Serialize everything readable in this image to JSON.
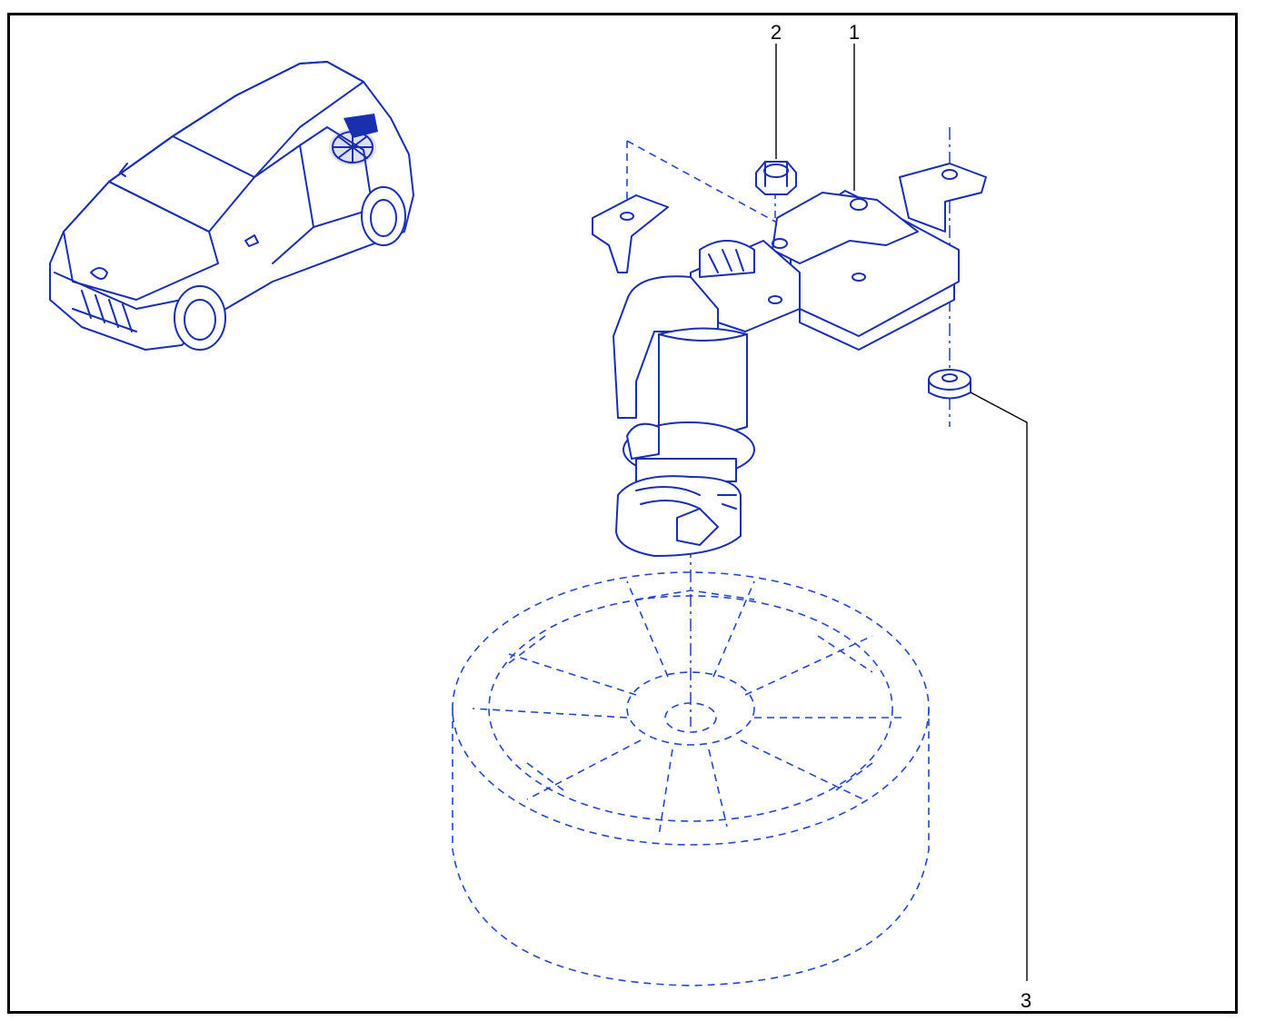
{
  "callouts": [
    {
      "number": "1",
      "part": "spare-wheel-carrier"
    },
    {
      "number": "2",
      "part": "nut"
    },
    {
      "number": "3",
      "part": "spacer"
    }
  ],
  "colors": {
    "ink": "#1a2fb0",
    "dashed_wheel": "#2447c8",
    "frame": "#000000",
    "background": "#ffffff"
  }
}
